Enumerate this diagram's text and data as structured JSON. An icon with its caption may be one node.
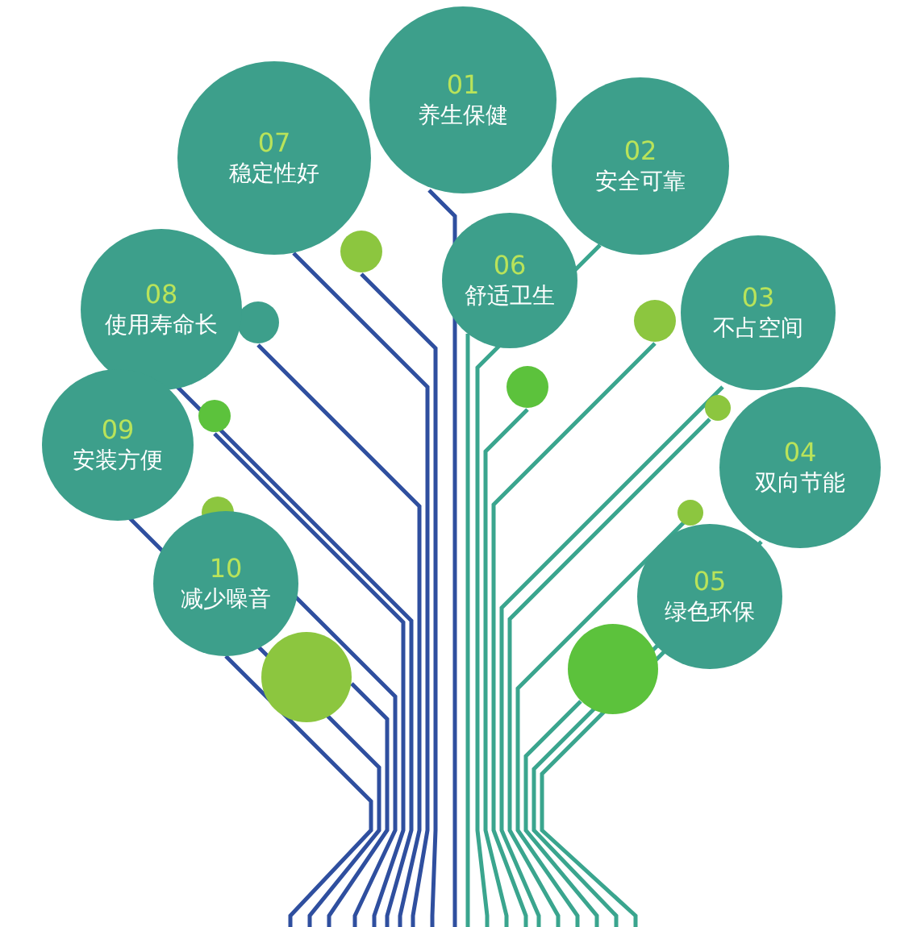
{
  "diagram": {
    "nodes": [
      {
        "text": [
          "01",
          "养生保健"
        ]
      },
      {
        "text": [
          "02",
          "安全可靠"
        ]
      },
      {
        "text": [
          "03",
          "不占空间"
        ]
      },
      {
        "text": [
          "04",
          "双向节能"
        ]
      },
      {
        "text": [
          "05",
          "绿色环保"
        ]
      },
      {
        "text": [
          "06",
          "舒适卫生"
        ]
      },
      {
        "text": [
          "07",
          "稳定性好"
        ]
      },
      {
        "text": [
          "08",
          "使用寿命长"
        ]
      },
      {
        "text": [
          "09",
          "安装方便"
        ]
      },
      {
        "text": [
          "10",
          "减少噪音"
        ]
      }
    ],
    "edges": [
      {
        "from": null,
        "to": 0,
        "arrow": "none",
        "color": "#2f4f9f"
      },
      {
        "from": null,
        "to": 1,
        "arrow": "none",
        "color": "#3aa58e"
      },
      {
        "from": null,
        "to": 2,
        "arrow": "none",
        "color": "#3aa58e"
      },
      {
        "from": null,
        "to": 3,
        "arrow": "none",
        "color": "#3aa58e"
      },
      {
        "from": null,
        "to": 4,
        "arrow": "none",
        "color": "#3aa58e"
      },
      {
        "from": null,
        "to": 5,
        "arrow": "none",
        "color": "#3aa58e"
      },
      {
        "from": null,
        "to": 6,
        "arrow": "none",
        "color": "#2f4f9f"
      },
      {
        "from": null,
        "to": 7,
        "arrow": "none",
        "color": "#2f4f9f"
      },
      {
        "from": null,
        "to": 8,
        "arrow": "none",
        "color": "#2f4f9f"
      },
      {
        "from": null,
        "to": 9,
        "arrow": "none",
        "color": "#2f4f9f"
      }
    ]
  }
}
